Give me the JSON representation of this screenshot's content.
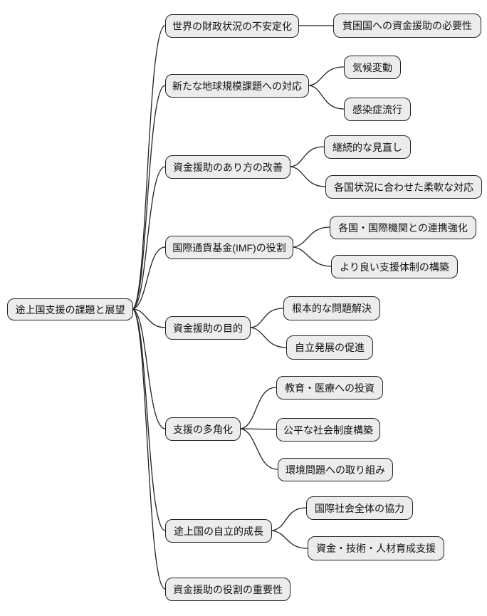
{
  "diagram": {
    "type": "mindmap",
    "root": {
      "label": "途上国支援の課題と展望"
    },
    "branches": [
      {
        "label": "世界の財政状況の不安定化",
        "children": [
          "貧困国への資金援助の必要性"
        ]
      },
      {
        "label": "新たな地球規模課題への対応",
        "children": [
          "気候変動",
          "感染症流行"
        ]
      },
      {
        "label": "資金援助のあり方の改善",
        "children": [
          "継続的な見直し",
          "各国状況に合わせた柔軟な対応"
        ]
      },
      {
        "label": "国際通貨基金(IMF)の役割",
        "children": [
          "各国・国際機関との連携強化",
          "より良い支援体制の構築"
        ]
      },
      {
        "label": "資金援助の目的",
        "children": [
          "根本的な問題解決",
          "自立発展の促進"
        ]
      },
      {
        "label": "支援の多角化",
        "children": [
          "教育・医療への投資",
          "公平な社会制度構築",
          "環境問題への取り組み"
        ]
      },
      {
        "label": "途上国の自立的成長",
        "children": [
          "国際社会全体の協力",
          "資金・技術・人材育成支援"
        ]
      },
      {
        "label": "資金援助の役割の重要性",
        "children": []
      }
    ],
    "colors": {
      "node_fill": "#ececec",
      "node_border": "#222222",
      "edge": "#222222",
      "background": "#ffffff"
    }
  }
}
